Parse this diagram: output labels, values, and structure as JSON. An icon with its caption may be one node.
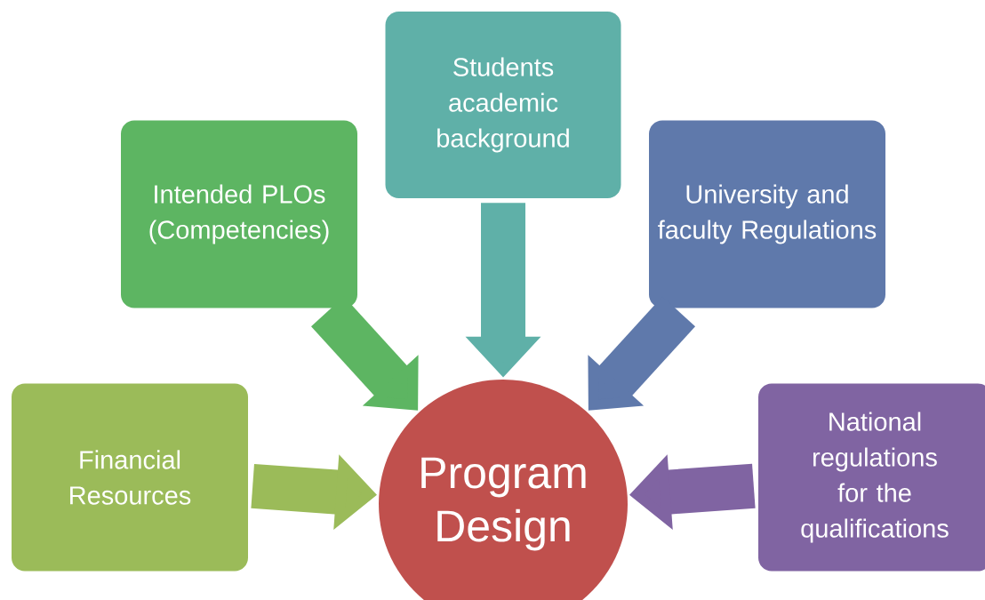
{
  "diagram": {
    "nodes": [
      {
        "text": [
          "Students academic background"
        ]
      },
      {
        "text": [
          "Intended PLOs (Competencies)"
        ]
      },
      {
        "text": [
          "University and faculty Regulations"
        ]
      },
      {
        "text": [
          "Financial Resources"
        ]
      },
      {
        "text": [
          "Program Design"
        ]
      },
      {
        "text": [
          "National regulations for the qualifications"
        ]
      }
    ],
    "edges": [
      {
        "from": 0,
        "to": 4,
        "arrow": "to",
        "color": "#5fb0a8"
      },
      {
        "from": 1,
        "to": 4,
        "arrow": "to",
        "color": "#5db562"
      },
      {
        "from": 2,
        "to": 4,
        "arrow": "to",
        "color": "#5f79ab"
      },
      {
        "from": 3,
        "to": 4,
        "arrow": "to",
        "color": "#9bbb59"
      },
      {
        "from": 5,
        "to": 4,
        "arrow": "to",
        "color": "#8064a2"
      }
    ]
  }
}
